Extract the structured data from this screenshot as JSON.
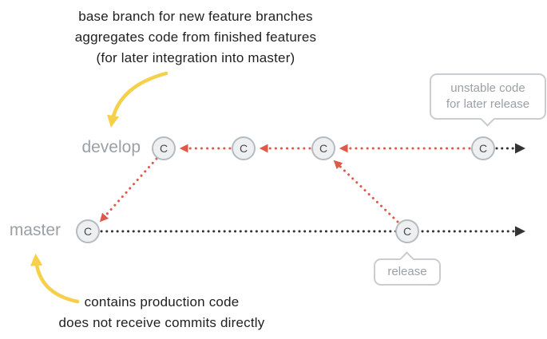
{
  "annotations": {
    "develop_note": {
      "line1": "base branch for new feature branches",
      "line2": "aggregates code from finished features",
      "line3": "(for later integration into master)"
    },
    "master_note": {
      "line1": "contains production code",
      "line2": "does not receive commits directly"
    }
  },
  "branches": {
    "develop": {
      "label": "develop"
    },
    "master": {
      "label": "master"
    }
  },
  "commit_letter": "C",
  "callouts": {
    "unstable": {
      "line1": "unstable code",
      "line2": "for later release"
    },
    "release": {
      "label": "release"
    }
  },
  "colors": {
    "red_arrow": "#e0584a",
    "yellow_arrow": "#f6cf4b",
    "line_dark": "#333333",
    "commit_fill": "#edeff1",
    "commit_border": "#b4bbc1",
    "commit_text": "#4a4a4a",
    "label_gray": "#9aa0a6",
    "callout_border": "#c9cdd1",
    "callout_text": "#9aa0a6",
    "note_text": "#1f1f1f"
  }
}
